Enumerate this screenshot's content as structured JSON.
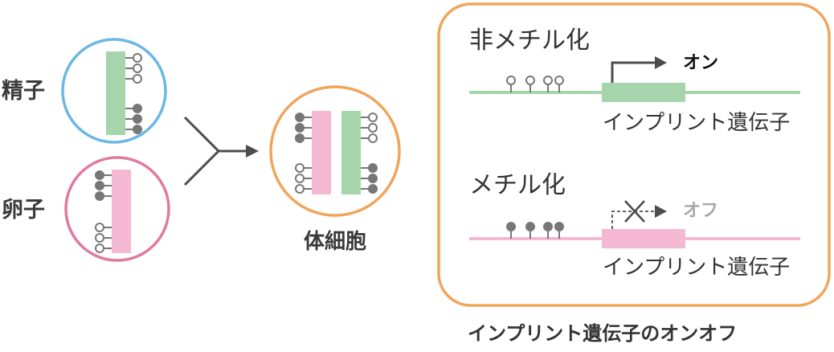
{
  "labels": {
    "sperm": "精子",
    "egg": "卵子",
    "somatic": "体細胞"
  },
  "panel": {
    "unmethylated": {
      "heading": "非メチル化",
      "state": "オン",
      "gene": "インプリント遺伝子"
    },
    "methylated": {
      "heading": "メチル化",
      "state": "オフ",
      "gene": "インプリント遺伝子"
    }
  },
  "caption": "インプリント遺伝子のオンオフ",
  "colors": {
    "sperm_circle": "#6bb8e2",
    "egg_circle": "#e07aa0",
    "somatic_circle": "#f0a55a",
    "panel_border": "#f0a55a",
    "paternal_chromosome": "#a6d5ab",
    "maternal_chromosome": "#f5b8d2",
    "methyl_dot": "#777777",
    "arrow": "#4d4d4d"
  }
}
